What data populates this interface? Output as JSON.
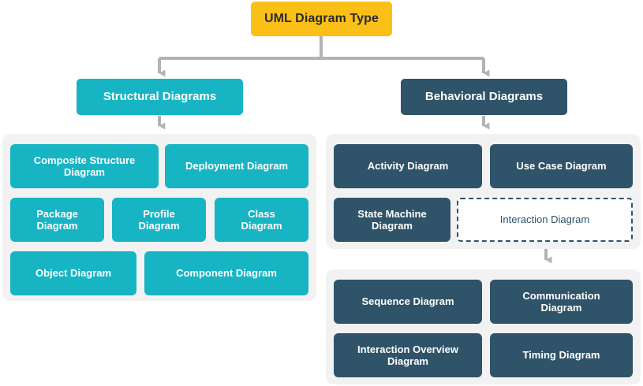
{
  "diagram": {
    "title": "UML Diagram Type",
    "type": "hierarchy-tree",
    "colors": {
      "root_fill": "#FBC018",
      "root_text": "#2b2b2b",
      "structural_fill": "#17B4C4",
      "behavioral_fill": "#2F5369",
      "panel_fill": "#F2F2F2",
      "connector": "#B3B3B3",
      "card_text": "#FFFFFF",
      "dashed_border": "#2F5369",
      "dashed_fill": "#FFFFFF"
    }
  },
  "root": {
    "label": "UML Diagram Type"
  },
  "branches": [
    {
      "label": "Structural Diagrams"
    },
    {
      "label": "Behavioral Diagrams"
    }
  ],
  "structural": {
    "row1": [
      {
        "label": "Composite Structure\nDiagram"
      },
      {
        "label": "Deployment Diagram"
      }
    ],
    "row2": [
      {
        "label": "Package\nDiagram"
      },
      {
        "label": "Profile\nDiagram"
      },
      {
        "label": "Class\nDiagram"
      }
    ],
    "row3": [
      {
        "label": "Object Diagram"
      },
      {
        "label": "Component Diagram"
      }
    ]
  },
  "behavioral": {
    "row1": [
      {
        "label": "Activity Diagram"
      },
      {
        "label": "Use Case Diagram"
      }
    ],
    "row2": [
      {
        "label": "State Machine\nDiagram"
      },
      {
        "label": "Interaction Diagram",
        "style": "dashed"
      }
    ]
  },
  "interaction": {
    "row1": [
      {
        "label": "Sequence Diagram"
      },
      {
        "label": "Communication\nDiagram"
      }
    ],
    "row2": [
      {
        "label": "Interaction Overview\nDiagram"
      },
      {
        "label": "Timing Diagram"
      }
    ]
  }
}
